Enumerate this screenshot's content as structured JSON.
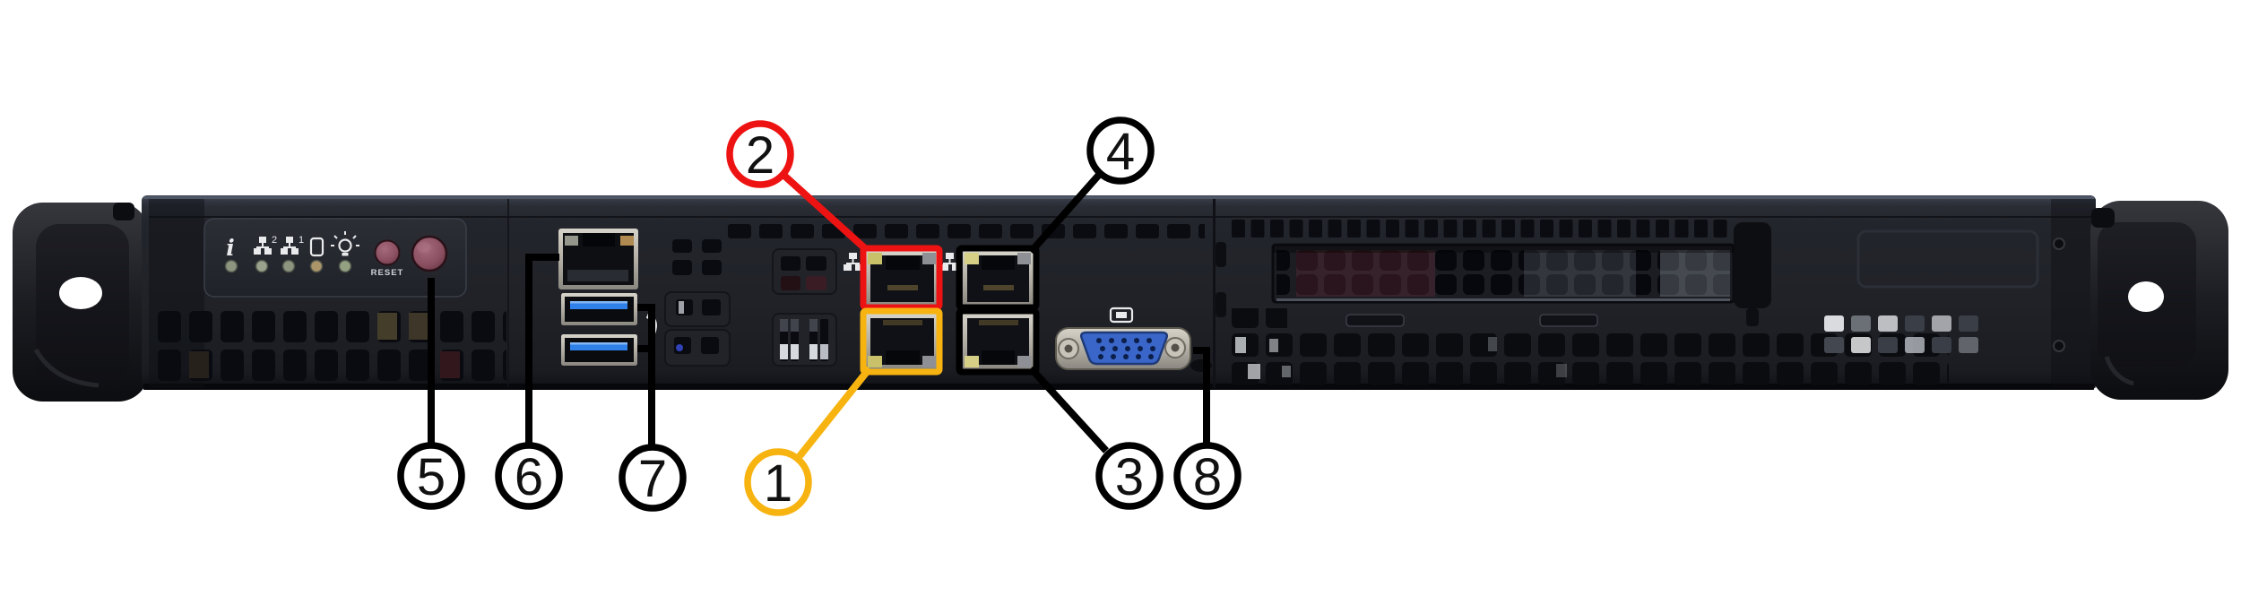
{
  "callouts": {
    "c1": {
      "label": "1",
      "color": "#F7B411"
    },
    "c2": {
      "label": "2",
      "color": "#EE1313"
    },
    "c3": {
      "label": "3",
      "color": "#000000"
    },
    "c4": {
      "label": "4",
      "color": "#000000"
    },
    "c5": {
      "label": "5",
      "color": "#000000"
    },
    "c6": {
      "label": "6",
      "color": "#000000"
    },
    "c7": {
      "label": "7",
      "color": "#000000"
    },
    "c8": {
      "label": "8",
      "color": "#000000"
    }
  },
  "front_panel": {
    "reset_label": "RESET",
    "nic2_superscript": "2",
    "nic1_superscript": "1"
  },
  "colors": {
    "callout_red": "#EE1313",
    "callout_yellow": "#F7B411",
    "callout_black": "#000000",
    "chassis_dark": "#1F2127",
    "usb_port_blue": "#2F80E8",
    "vga_connector_blue": "#3A66C9",
    "lan_led_green": "#C9C06A",
    "ipmi_led_amber": "#B08A50",
    "button_maroon": "#8F5365"
  },
  "icons": [
    "info-icon",
    "nic2-activity-icon",
    "nic1-activity-icon",
    "hdd-activity-icon",
    "power-light-icon",
    "lan-icon",
    "monitor-icon"
  ]
}
